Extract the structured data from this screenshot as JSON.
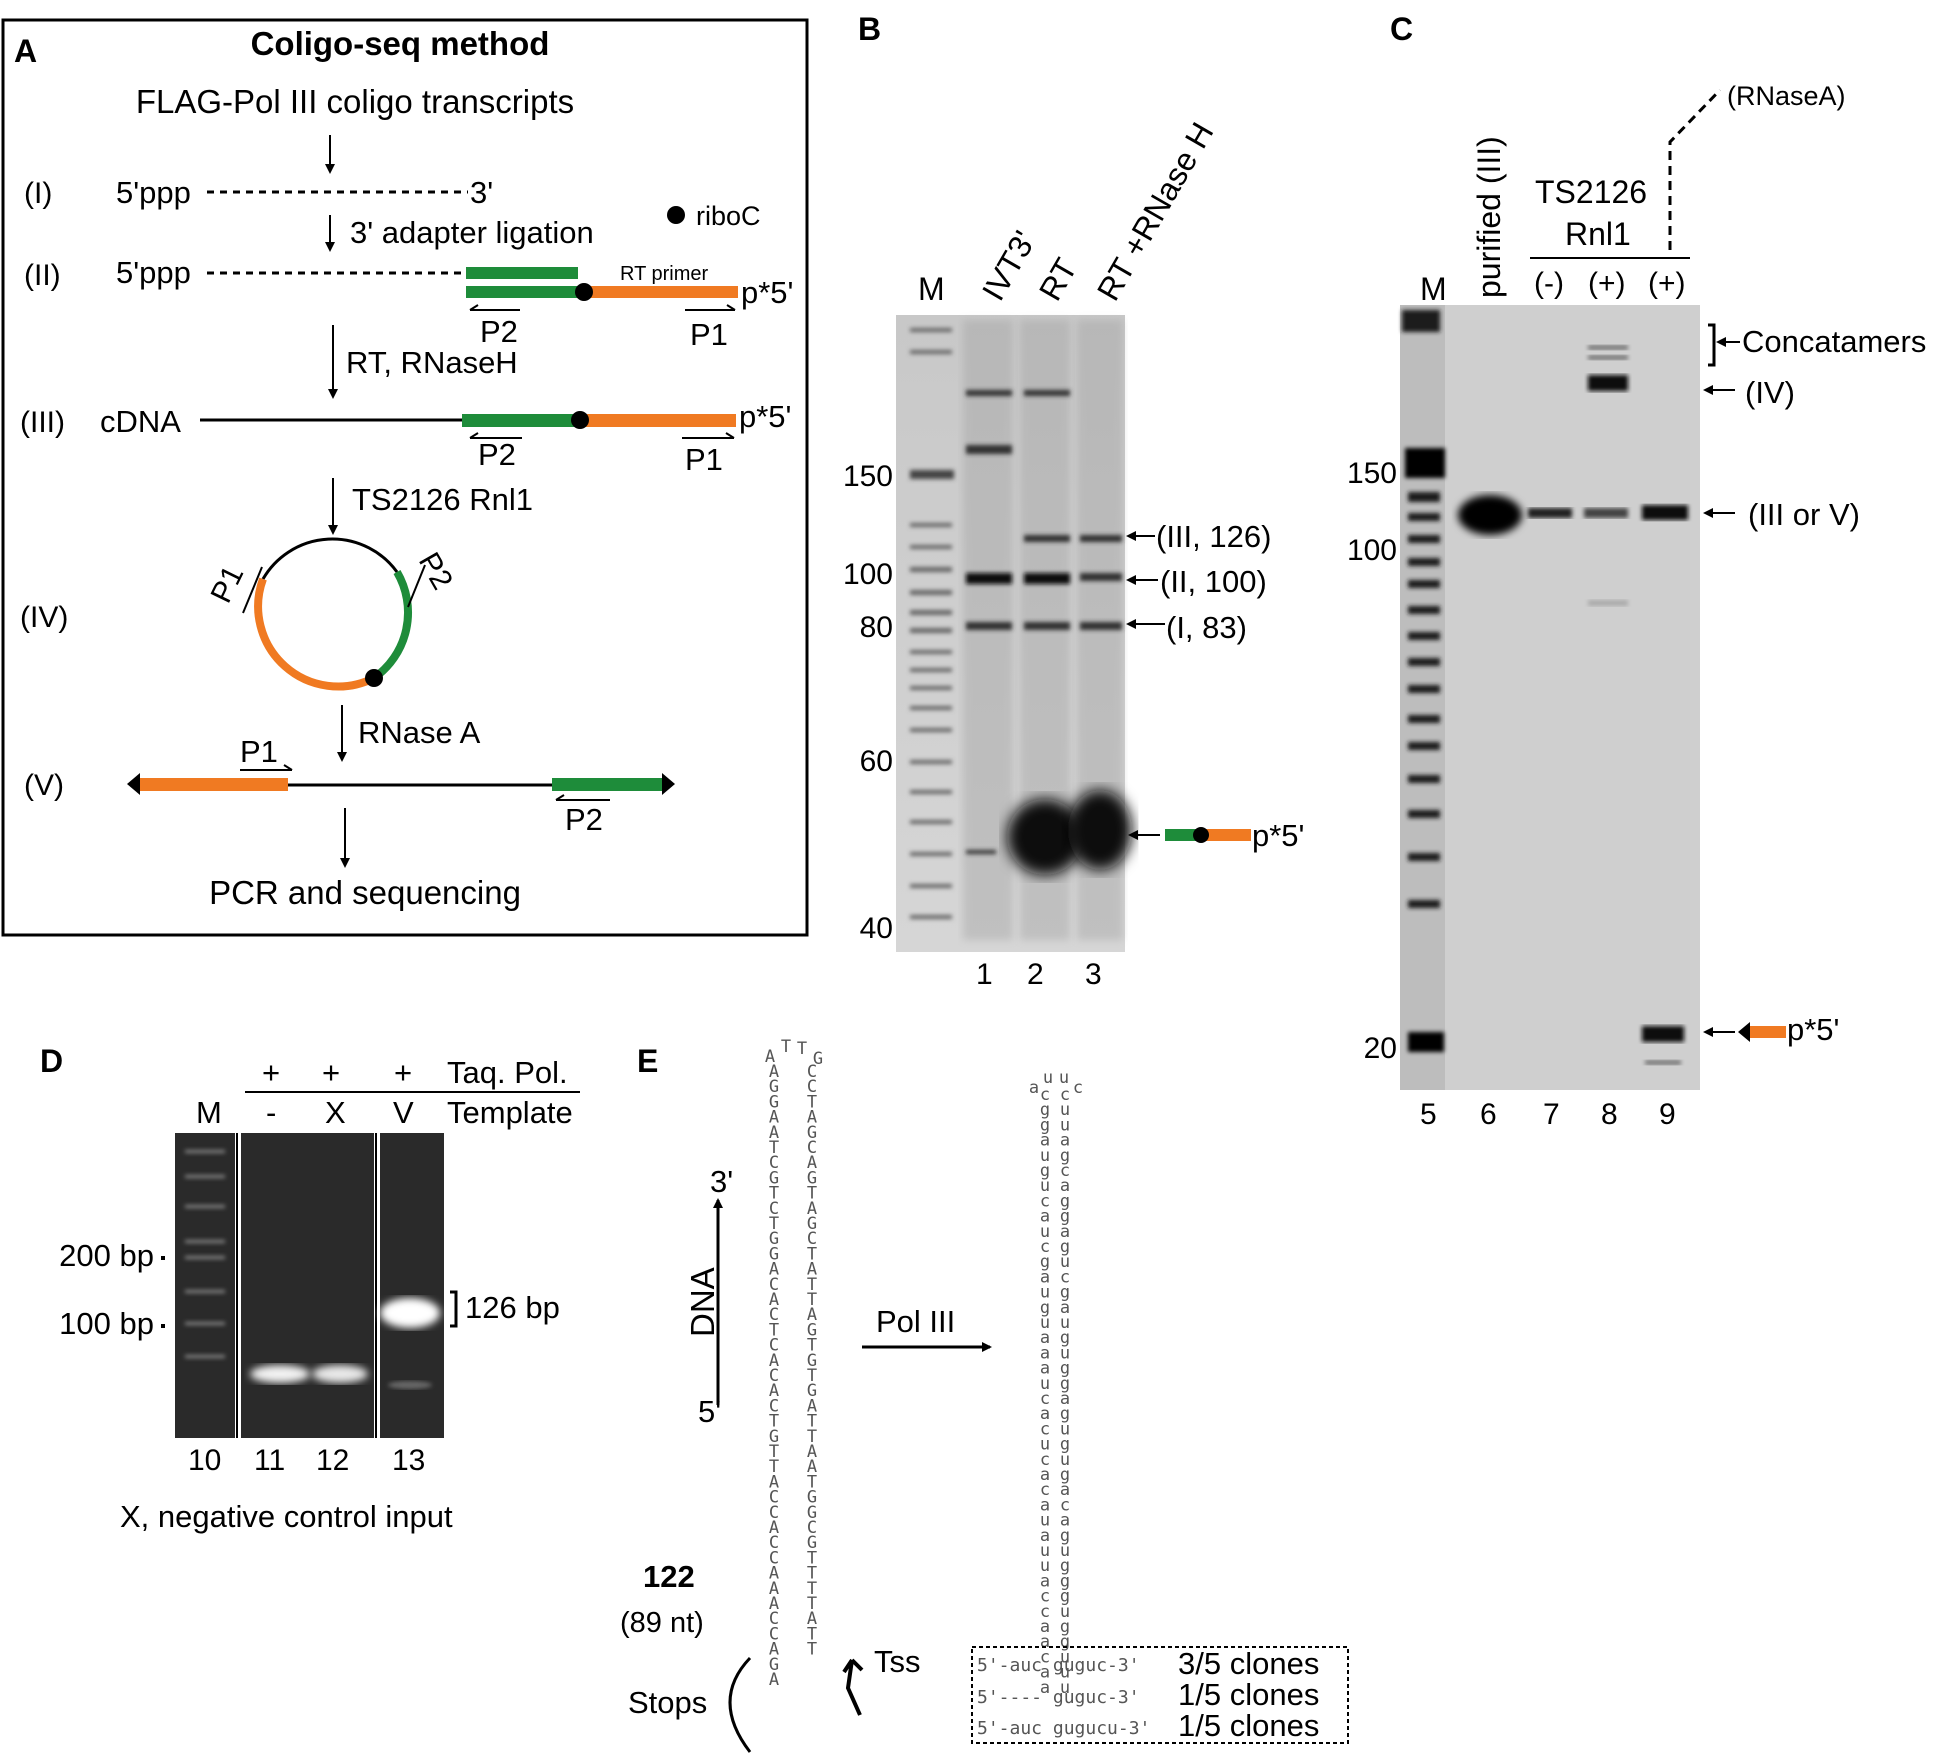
{
  "colors": {
    "orange": "#f07a22",
    "green": "#1e8c3a",
    "gel_dark": "#111111",
    "gel_mid": "#b8b8b8"
  },
  "panel_a": {
    "letter": "A",
    "title": "Coligo-seq method",
    "subtitle": "FLAG-Pol III coligo transcripts",
    "steps": [
      "(I)",
      "(II)",
      "(III)",
      "(IV)",
      "(V)"
    ],
    "five_ppp": "5'ppp",
    "three_prime": "3'",
    "adapter_ligation": "3' adapter ligation",
    "riboc": "riboC",
    "rt_primer": "RT primer",
    "p5": "p*5'",
    "p1": "P1",
    "p2": "P2",
    "rt_rnaseh": "RT, RNaseH",
    "cdna": "cDNA",
    "ts2126": "TS2126 Rnl1",
    "rnase_a": "RNase A",
    "pcr": "PCR and sequencing"
  },
  "panel_b": {
    "letter": "B",
    "lanes": [
      "M",
      "IVT3'",
      "RT",
      "RT +RNase H"
    ],
    "markers": [
      "150",
      "100",
      "80",
      "60",
      "40"
    ],
    "lane_numbers": [
      "1",
      "2",
      "3"
    ],
    "annotations": [
      "(III, 126)",
      "(II, 100)",
      "(I, 83)"
    ],
    "primer_label": "p*5'"
  },
  "panel_c": {
    "letter": "C",
    "lanes": [
      "M",
      "purified (III)"
    ],
    "ts2126": "TS2126",
    "rnl1": "Rnl1",
    "conditions": [
      "(-)",
      "(+)",
      "(+)"
    ],
    "rnasea": "(RNaseA)",
    "markers": [
      "150",
      "100",
      "20"
    ],
    "lane_numbers": [
      "5",
      "6",
      "7",
      "8",
      "9"
    ],
    "annotations": [
      "Concatamers",
      "(IV)",
      "(III or V)"
    ],
    "primer_label": "p*5'"
  },
  "panel_d": {
    "letter": "D",
    "plus": [
      "+",
      "+",
      "+"
    ],
    "taq": "Taq. Pol.",
    "lane_m": "M",
    "templates": [
      "-",
      "X",
      "V"
    ],
    "template_label": "Template",
    "markers": [
      "200 bp",
      "100 bp"
    ],
    "band": "126 bp",
    "lane_numbers": [
      "10",
      "11",
      "12",
      "13"
    ],
    "footnote": "X, negative control input"
  },
  "panel_e": {
    "letter": "E",
    "dna": "DNA",
    "three": "3'",
    "five": "5'",
    "pol3": "Pol III",
    "id": "122",
    "length": "(89 nt)",
    "stops": "Stops",
    "tss": "Tss",
    "dna_hairpin": {
      "loop": [
        "A",
        "T",
        "T",
        "G"
      ],
      "left": [
        "A",
        "G",
        "G",
        "A",
        "A",
        "T",
        "C",
        "G",
        "T",
        "C",
        "T",
        "G",
        "G",
        "A",
        "C",
        "A",
        "C",
        "T",
        "C",
        "A",
        "C",
        "A",
        "C",
        "T",
        "G",
        "T",
        "T",
        "A",
        "C",
        "C",
        "A",
        "C",
        "C",
        "A",
        "A",
        "A",
        "C",
        "C",
        "A",
        "G",
        "A"
      ],
      "right": [
        "C",
        "C",
        "T",
        "A",
        "G",
        "C",
        "A",
        "G",
        "T",
        "A",
        "G",
        "C",
        "T",
        "A",
        "T",
        "T",
        "A",
        "G",
        "T",
        "G",
        "T",
        "G",
        "A",
        "T",
        "T",
        "A",
        "A",
        "T",
        "G",
        "G",
        "C",
        "G",
        "T",
        "T",
        "T",
        "T",
        "A",
        "T",
        "T"
      ]
    },
    "rna_hairpin": {
      "loop": [
        "a",
        "u",
        "u",
        "c"
      ],
      "left": [
        "c",
        "g",
        "g",
        "a",
        "u",
        "g",
        "u",
        "c",
        "a",
        "u",
        "c",
        "g",
        "a",
        "u",
        "g",
        "u",
        "a",
        "a",
        "a",
        "u",
        "c",
        "a",
        "c",
        "u",
        "c",
        "a",
        "c",
        "a",
        "u",
        "a",
        "u",
        "u",
        "a",
        "c",
        "c",
        "a",
        "a",
        "c",
        "a",
        "a"
      ],
      "right": [
        "c",
        "u",
        "u",
        "a",
        "g",
        "c",
        "a",
        "g",
        "g",
        "a",
        "g",
        "u",
        "c",
        "g",
        "a",
        "u",
        "g",
        "u",
        "g",
        "g",
        "a",
        "g",
        "u",
        "g",
        "u",
        "g",
        "a",
        "c",
        "a",
        "g",
        "u",
        "g",
        "g",
        "g",
        "u",
        "g",
        "g",
        "u",
        "u",
        "u"
      ]
    },
    "clones": [
      {
        "seq": "5'-auc guguc-3'",
        "count": "3/5 clones"
      },
      {
        "seq": "5'---- guguc-3'",
        "count": "1/5 clones"
      },
      {
        "seq": "5'-auc gugucu-3'",
        "count": "1/5 clones"
      }
    ]
  }
}
